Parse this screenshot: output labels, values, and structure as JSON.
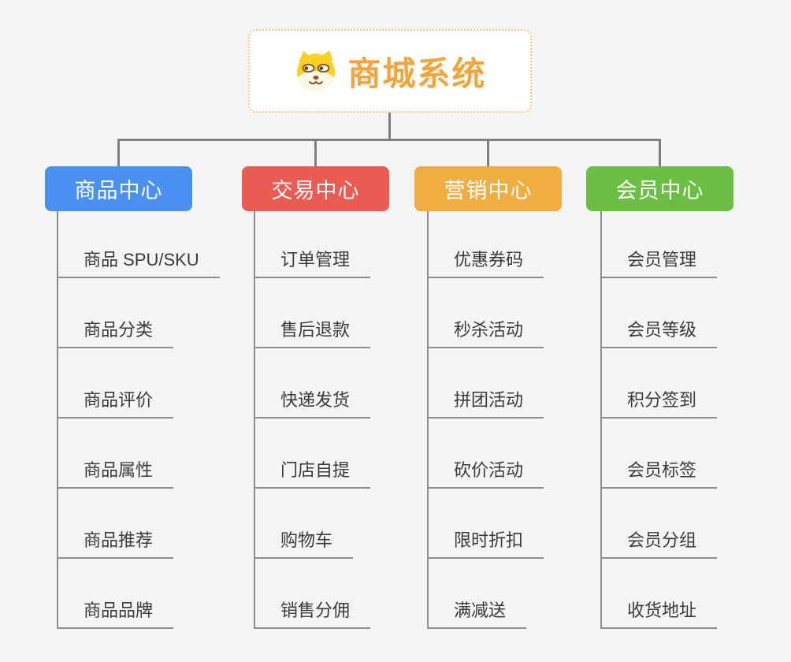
{
  "root": {
    "title": "商城系统",
    "icon": "shiba-dog-icon",
    "accent_color": "#f2a53c",
    "border_color": "#f4c87e"
  },
  "connector_color": "#7f7f7f",
  "underline_color": "#8d8d8d",
  "background_color": "#f5f5f6",
  "branches": [
    {
      "label": "商品中心",
      "color": "#4a90f0",
      "items": [
        "商品 SPU/SKU",
        "商品分类",
        "商品评价",
        "商品属性",
        "商品推荐",
        "商品品牌"
      ]
    },
    {
      "label": "交易中心",
      "color": "#ea5b54",
      "items": [
        "订单管理",
        "售后退款",
        "快递发货",
        "门店自提",
        "购物车",
        "销售分佣"
      ]
    },
    {
      "label": "营销中心",
      "color": "#f0ad40",
      "items": [
        "优惠券码",
        "秒杀活动",
        "拼团活动",
        "砍价活动",
        "限时折扣",
        "满减送"
      ]
    },
    {
      "label": "会员中心",
      "color": "#6cbf45",
      "items": [
        "会员管理",
        "会员等级",
        "积分签到",
        "会员标签",
        "会员分组",
        "收货地址"
      ]
    }
  ]
}
